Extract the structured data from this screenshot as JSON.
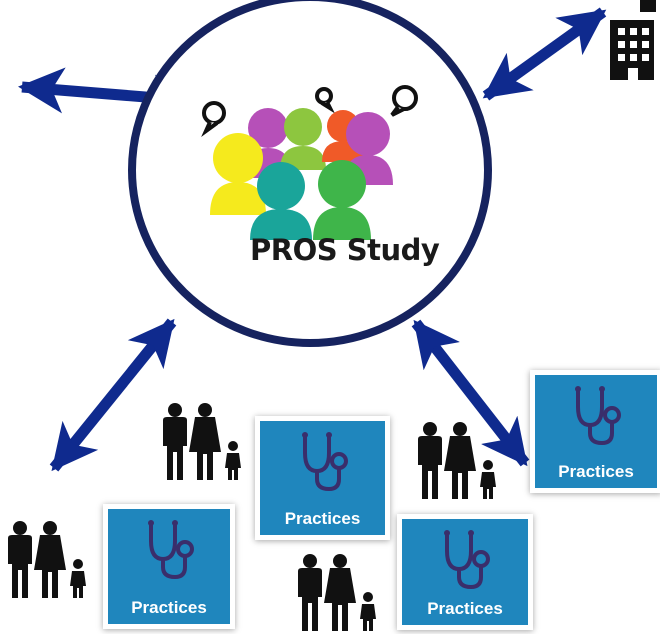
{
  "study": {
    "label": "PROS Study"
  },
  "practices": [
    {
      "label": "Practices"
    },
    {
      "label": "Practices"
    },
    {
      "label": "Practices"
    },
    {
      "label": "Practices"
    }
  ],
  "colors": {
    "arrow": "#0f2a8e",
    "circle_border": "#16235f",
    "card": "#1f86bd",
    "people": [
      "#f5ea1d",
      "#b650b8",
      "#8dc63f",
      "#f05a28",
      "#b650b8",
      "#1aa59a",
      "#3fb54a"
    ]
  },
  "icons": [
    "speech-bubble-icon",
    "building-icon",
    "family-icon",
    "stethoscope-icon"
  ]
}
